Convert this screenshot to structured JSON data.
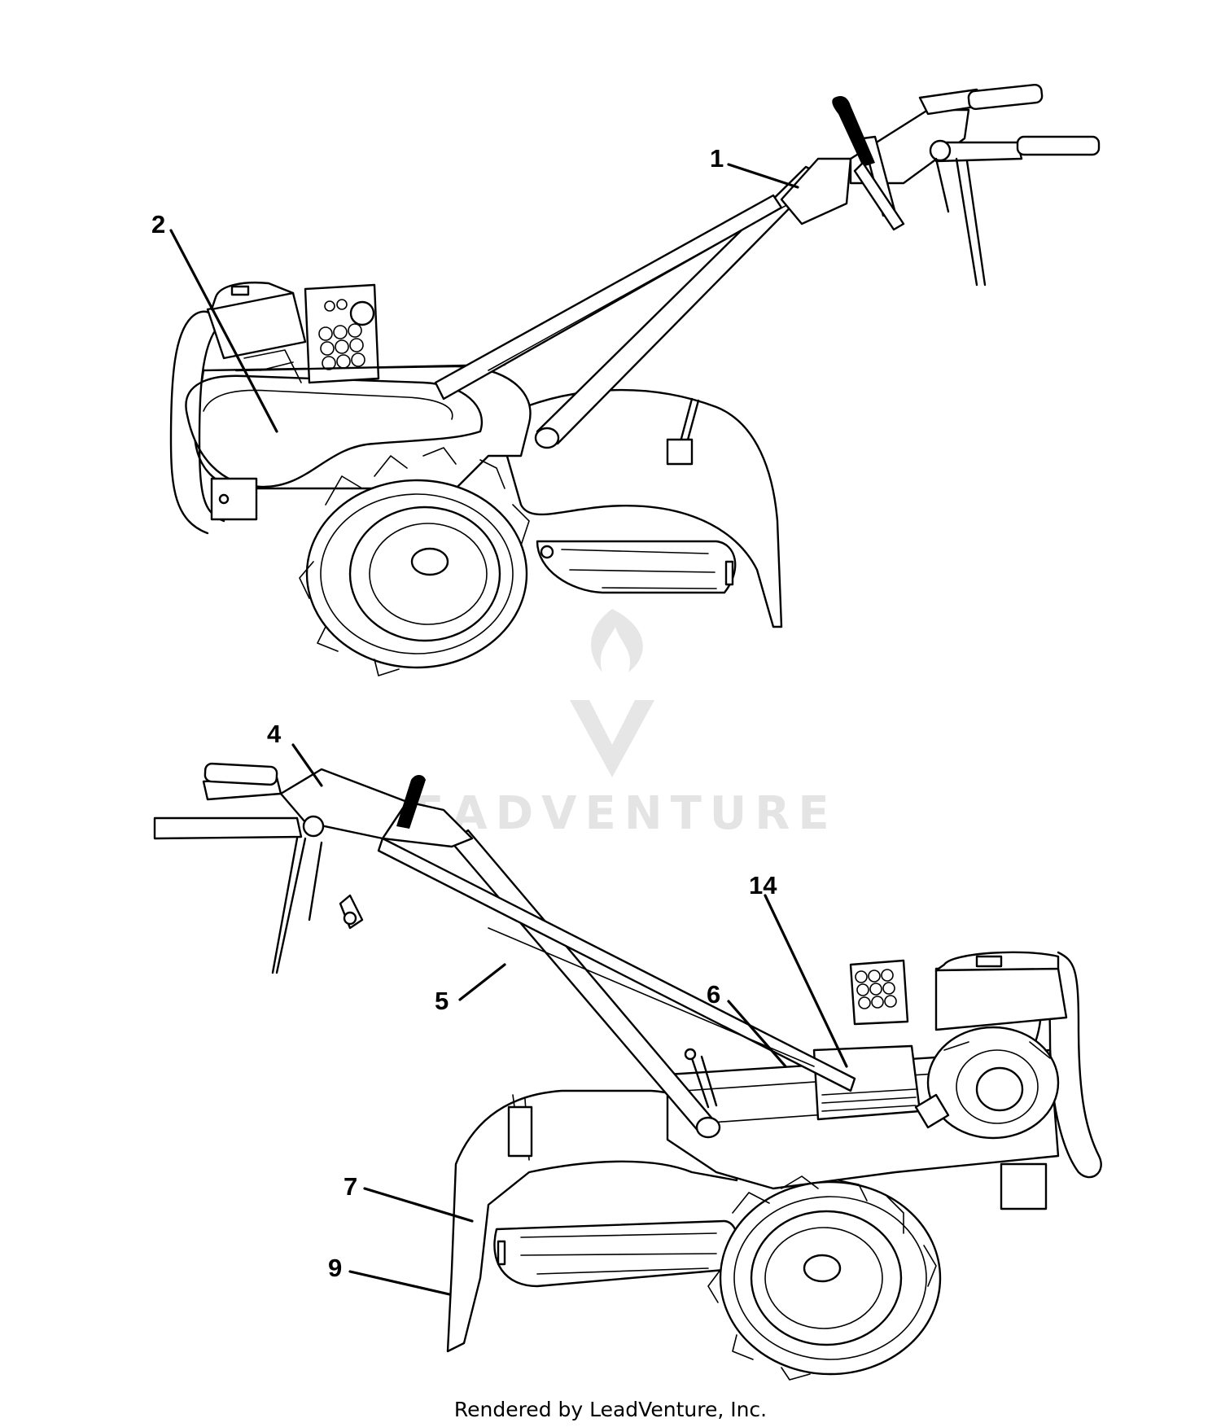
{
  "callouts": {
    "c1": "1",
    "c2": "2",
    "c4": "4",
    "c5": "5",
    "c6": "6",
    "c7": "7",
    "c9": "9",
    "c14": "14"
  },
  "watermark": "LEADVENTURE",
  "footer": "Rendered by LeadVenture, Inc."
}
